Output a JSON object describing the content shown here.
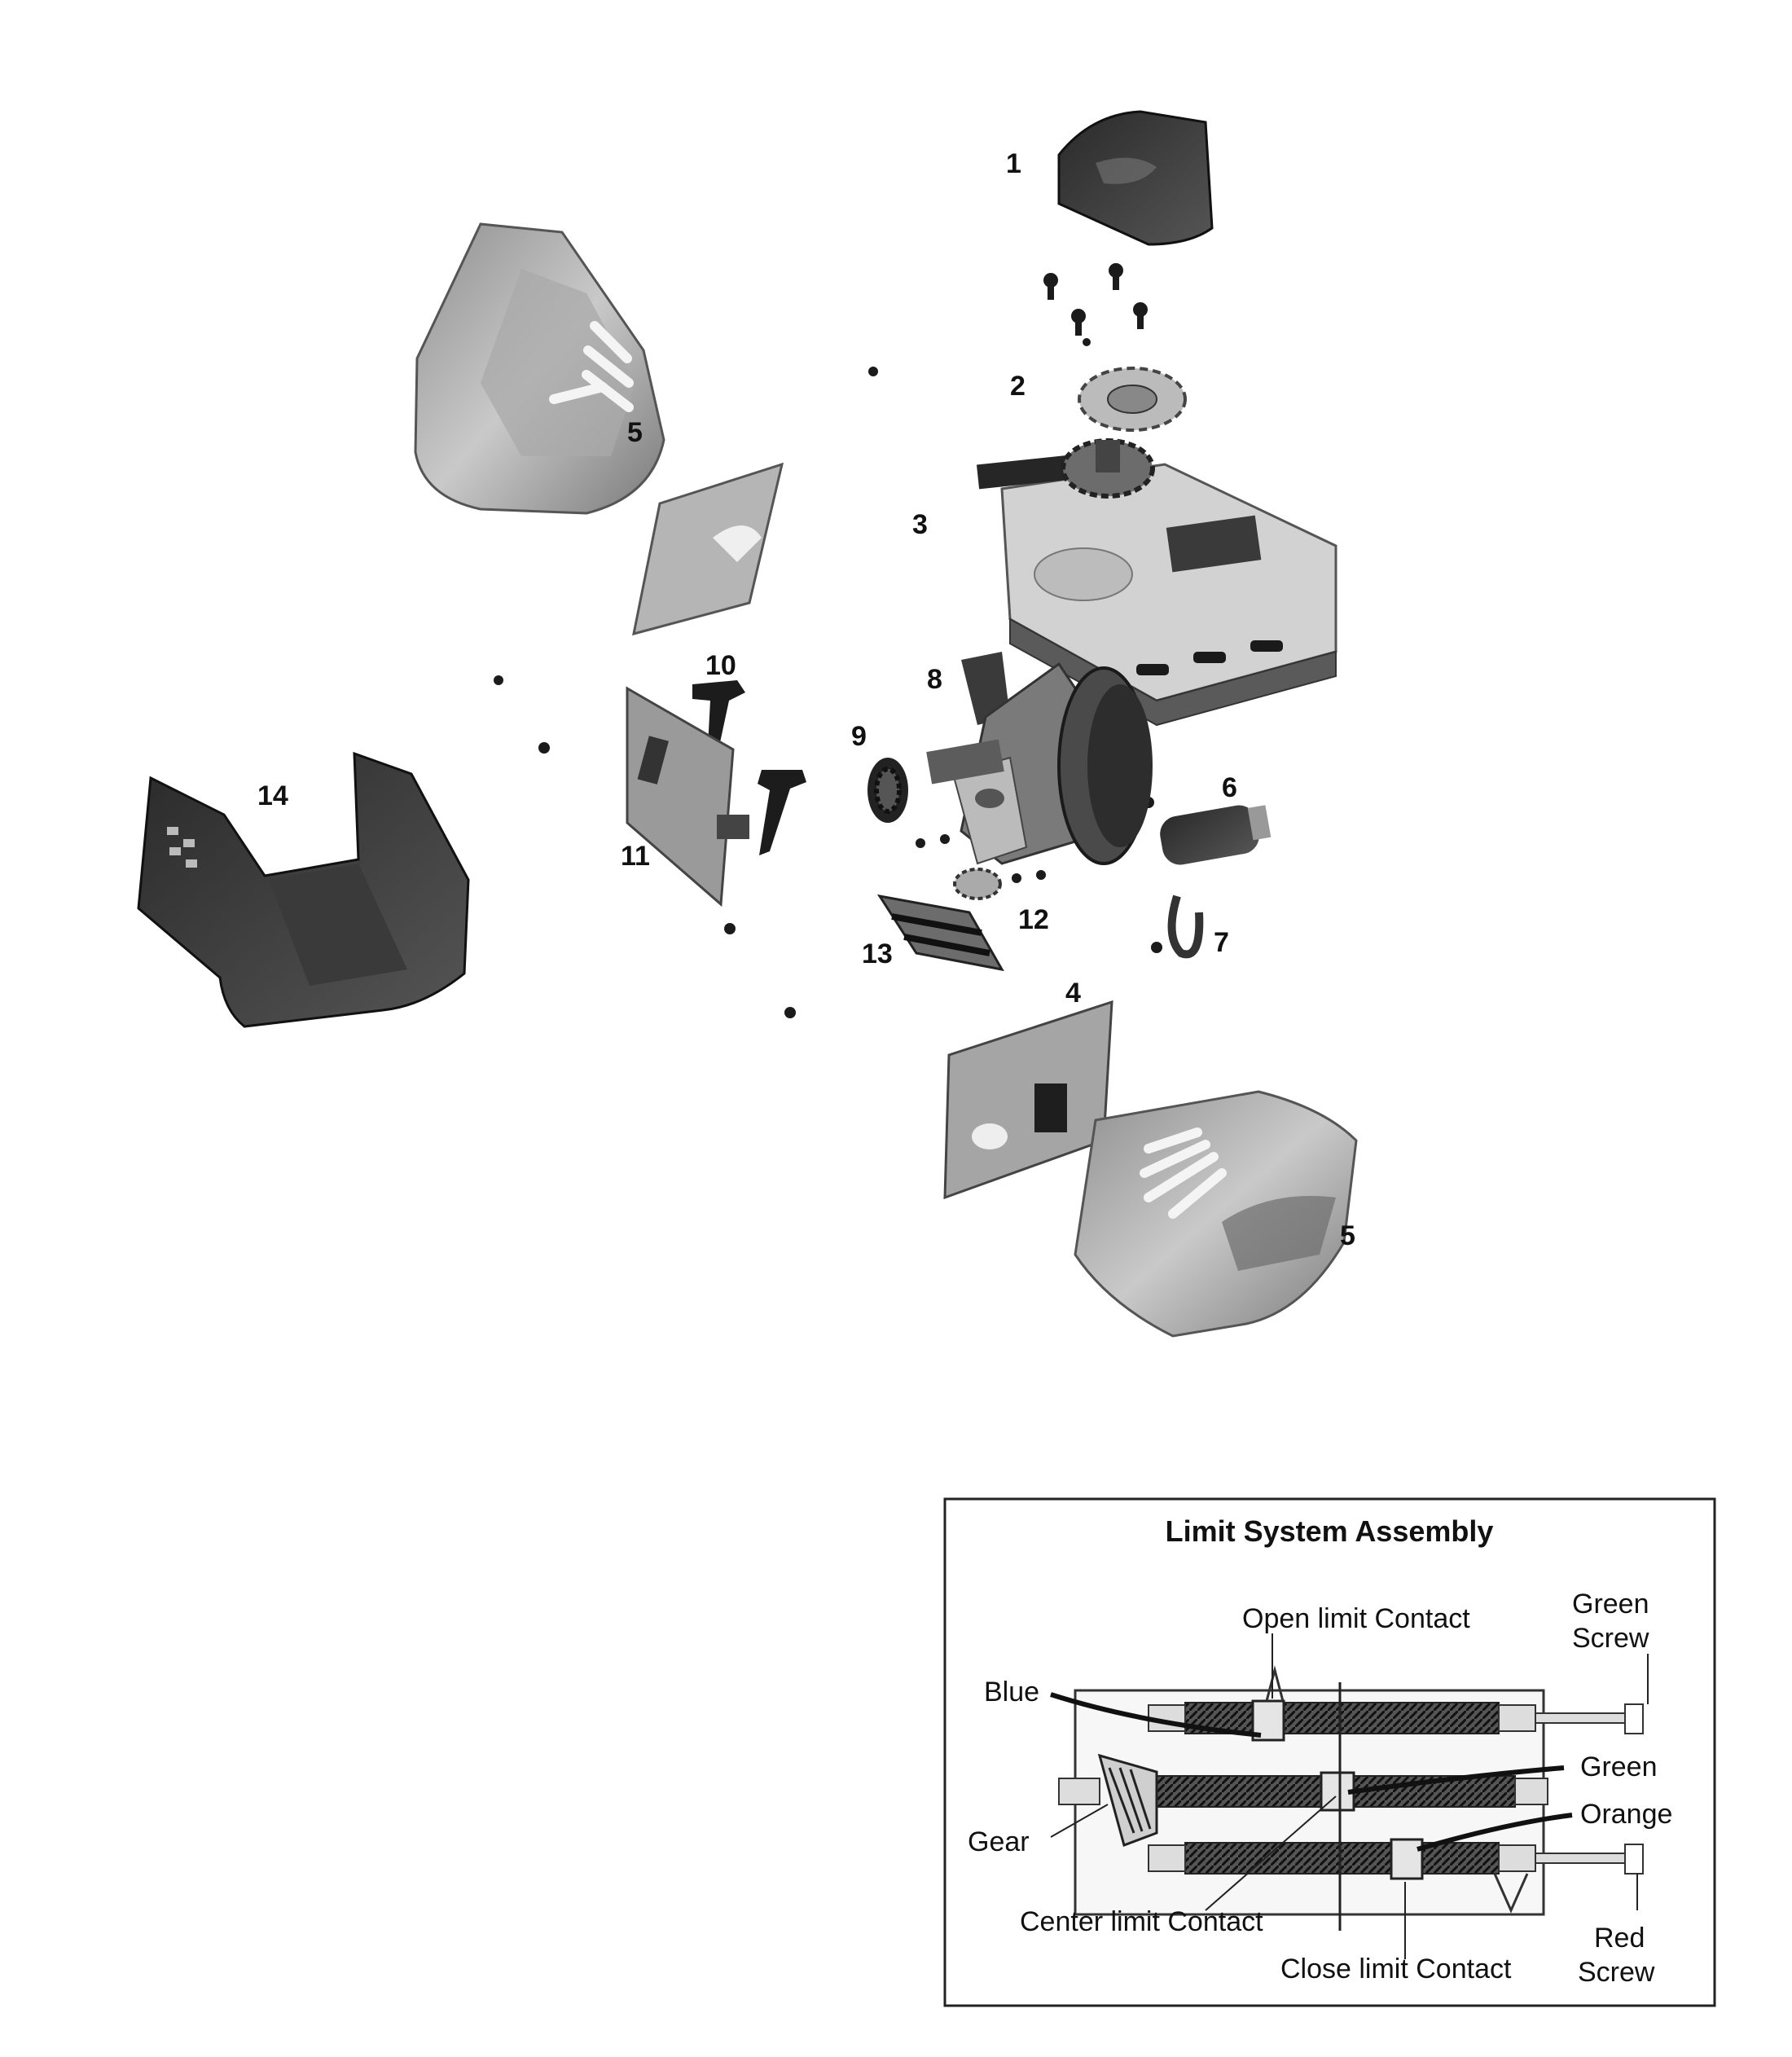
{
  "exploded_view": {
    "callouts": [
      "1",
      "2",
      "3",
      "4",
      "5",
      "5",
      "6",
      "7",
      "8",
      "9",
      "10",
      "11",
      "12",
      "13",
      "14"
    ]
  },
  "limit_system": {
    "title": "Limit System Assembly",
    "labels": {
      "open_limit_contact": "Open limit Contact",
      "green_screw_1": "Green",
      "green_screw_2": "Screw",
      "blue": "Blue",
      "green": "Green",
      "orange": "Orange",
      "gear": "Gear",
      "center_limit_contact": "Center limit Contact",
      "close_limit_contact": "Close limit Contact",
      "red_screw_1": "Red",
      "red_screw_2": "Screw"
    }
  },
  "colors": {
    "ink": "#111111",
    "gray_light": "#d6d6d6",
    "gray_mid": "#9c9c9c",
    "gray_dark": "#4a4a4a",
    "near_black": "#262626"
  }
}
